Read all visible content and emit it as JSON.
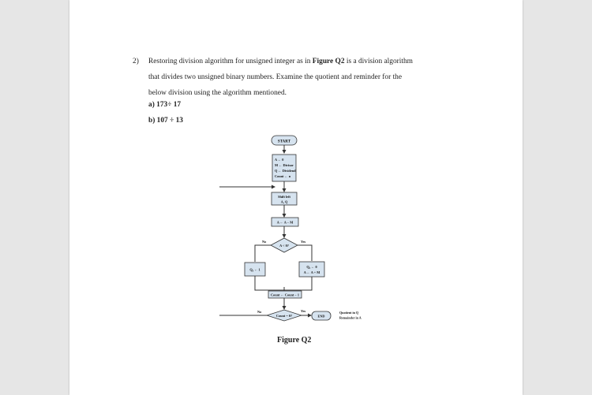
{
  "question": {
    "number": "2)",
    "line1_pre": "Restoring division algorithm for unsigned integer as in ",
    "line1_bold": "Figure Q2",
    "line1_post": " is a division algorithm",
    "line2": "that divides two unsigned binary numbers. Examine the quotient and reminder for the",
    "line3": "below division using the algorithm mentioned.",
    "part_a": "a)  173÷ 17",
    "part_b": "b)  107  ÷ 13"
  },
  "flowchart": {
    "start": "START",
    "init": [
      "A ← 0",
      "M ← Divisor",
      "Q ← Dividend",
      "Count ← n"
    ],
    "shift": [
      "Shift left",
      "A, Q"
    ],
    "subtract": "A ← A − M",
    "decision1": "A < 0?",
    "no": "No",
    "yes": "Yes",
    "q0_one": "Q₀ ← 1",
    "restore": [
      "Q₀ ← 0",
      "A ← A + M"
    ],
    "count_dec": "Count ← Count − 1",
    "decision2": "Count = 0?",
    "no2": "No",
    "yes2": "Yes",
    "end": "END",
    "result": [
      "Quotient in Q",
      "Remainder in A"
    ]
  },
  "caption": "Figure Q2"
}
